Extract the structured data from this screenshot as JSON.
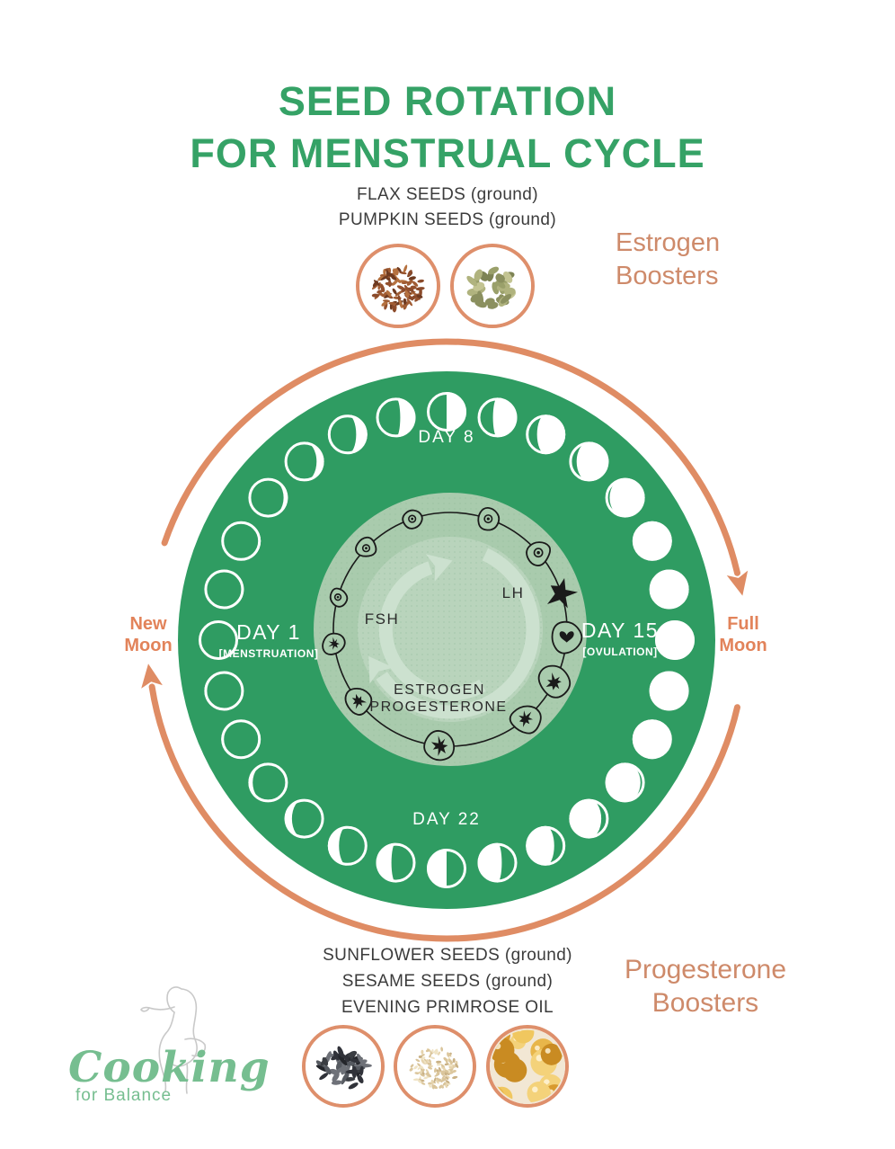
{
  "title": {
    "line1": "SEED ROTATION",
    "line2": "FOR MENSTRUAL CYCLE"
  },
  "estrogen_section": {
    "seed_line1": "FLAX  SEEDS (ground)",
    "seed_line2": "PUMPKIN SEEDS (ground)",
    "booster_line1": "Estrogen",
    "booster_line2": "Boosters"
  },
  "progesterone_section": {
    "seed_line1": "SUNFLOWER SEEDS (ground)",
    "seed_line2": "SESAME SEEDS (ground)",
    "seed_line3": "EVENING PRIMROSE OIL",
    "booster_line1": "Progesterone",
    "booster_line2": "Boosters"
  },
  "cycle": {
    "days_total": 28,
    "day1_label": "DAY 1",
    "day1_sub": "[MENSTRUATION]",
    "day8_label": "DAY 8",
    "day15_label": "DAY 15",
    "day15_sub": "[OVULATION]",
    "day22_label": "DAY 22",
    "new_moon_line1": "New",
    "new_moon_line2": "Moon",
    "full_moon_line1": "Full",
    "full_moon_line2": "Moon",
    "fsh": "FSH",
    "lh": "LH",
    "estrogen": "ESTROGEN",
    "progesterone": "PROGESTERONE"
  },
  "logo": {
    "word": "Cooking",
    "sub": "for Balance"
  },
  "colors": {
    "title_green": "#35A266",
    "circle_green": "#2F9C62",
    "sage": "#A9CBAD",
    "sage_inner": "#B9D4BC",
    "pale_arrow": "#CCE1CF",
    "dots": "#93BC9C",
    "orange": "#DF8C64",
    "booster_text": "#CE8A6A",
    "moon_label_orange": "#E2835A",
    "dark_text": "#3B3B3B",
    "ink": "#1A1A1A",
    "logo_green": "#76BE90",
    "sketch_gray": "#C9C9C9",
    "seed_border": "#DE8F6B",
    "moon_white": "#FFFFFF"
  },
  "seed_images": {
    "flax-seeds": {
      "palette": [
        "#8A4A2A",
        "#A05C33",
        "#6E3A20",
        "#B5713F",
        "#93502D"
      ],
      "bg": "#FFFFFF"
    },
    "pumpkin-seeds": {
      "palette": [
        "#9AA06A",
        "#B0B37E",
        "#7D8354",
        "#C3C492",
        "#8B905F"
      ],
      "bg": "#FFFFFF"
    },
    "sunflower-seeds": {
      "palette": [
        "#3A3D42",
        "#24262B",
        "#565A61",
        "#6E7178",
        "#303239"
      ],
      "bg": "#FFFFFF"
    },
    "sesame-seeds": {
      "palette": [
        "#D9C49A",
        "#E6D4AE",
        "#C9B185",
        "#EFE3C4",
        "#DCC79E"
      ],
      "bg": "#FFFFFF"
    },
    "evening-primrose-oil": {
      "palette": [
        "#E8B64A",
        "#D89A2E",
        "#F4D27A",
        "#C98B22",
        "#F0C75F"
      ],
      "bg": "#F2E7D4"
    }
  }
}
